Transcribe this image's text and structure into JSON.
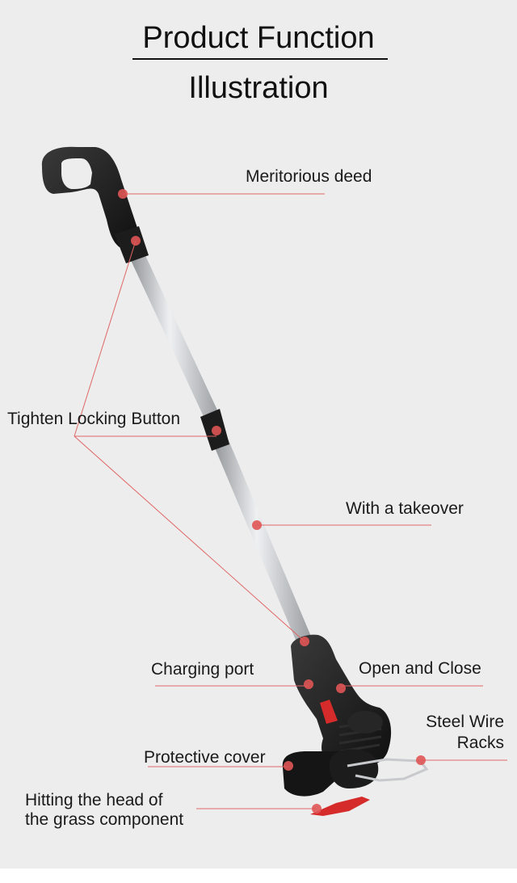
{
  "title": {
    "line1": "Product Function",
    "line2": "Illustration"
  },
  "labels": {
    "meritorious_deed": "Meritorious deed",
    "tighten_locking_button": "Tighten Locking Button",
    "with_a_takeover": "With a takeover",
    "charging_port": "Charging port",
    "open_and_close": "Open and Close",
    "steel_wire_racks_line1": "Steel Wire",
    "steel_wire_racks_line2": "Racks",
    "protective_cover": "Protective cover",
    "hitting_head_line1": "Hitting the head of",
    "hitting_head_line2": "the grass component"
  },
  "colors": {
    "background": "#ededed",
    "callout_line": "#e06666",
    "callout_dot": "#e05555",
    "tool_body": "#1b1b1b",
    "pole": "#c9cccf",
    "accent": "#d62b2b"
  }
}
